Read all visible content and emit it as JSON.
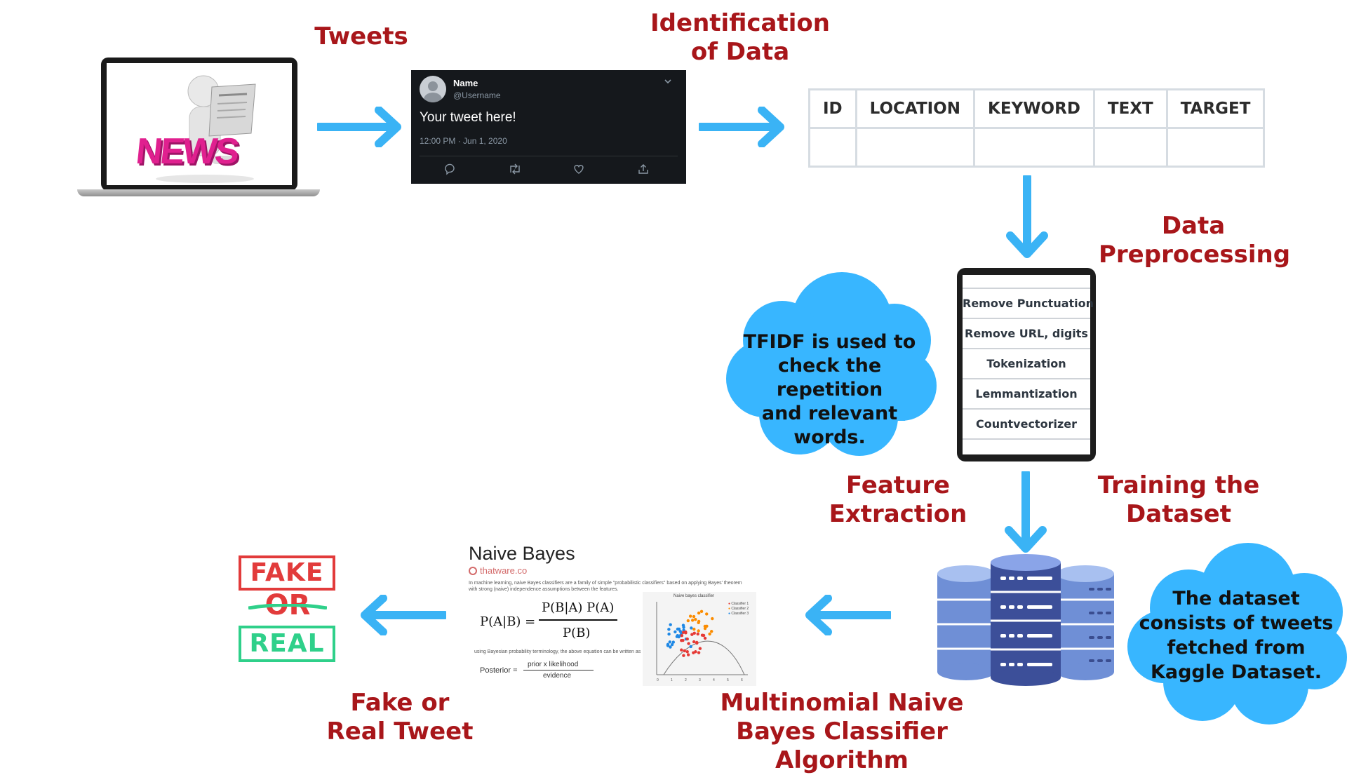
{
  "labels": {
    "tweets": "Tweets",
    "identification_line1": "Identification",
    "identification_line2": "of Data",
    "preprocessing_line1": "Data",
    "preprocessing_line2": "Preprocessing",
    "feature_line1": "Feature",
    "feature_line2": "Extraction",
    "training_line1": "Training the",
    "training_line2": "Dataset",
    "algorithm_line1": "Multinomial Naive",
    "algorithm_line2": "Bayes Classifier Algorithm",
    "result_line1": "Fake or",
    "result_line2": "Real Tweet"
  },
  "laptop": {
    "news_text": "NEWS"
  },
  "tweet": {
    "name": "Name",
    "username": "@Username",
    "body": "Your tweet here!",
    "time": "12:00 PM · Jun 1, 2020"
  },
  "table": {
    "headers": [
      "ID",
      "LOCATION",
      "KEYWORD",
      "TEXT",
      "TARGET"
    ]
  },
  "preprocessing_steps": [
    "Remove Punctuation",
    "Remove URL, digits",
    "Tokenization",
    "Lemmantization",
    "Countvectorizer"
  ],
  "clouds": {
    "tfidf": [
      "TFIDF is used to",
      "check the repetition",
      "and relevant words."
    ],
    "dataset": [
      "The dataset",
      "consists of tweets",
      "fetched from",
      "Kaggle Dataset."
    ]
  },
  "naive_bayes": {
    "title": "Naive Bayes",
    "source": "thatware.co",
    "intro_line1": "In machine learning, naive Bayes classifiers are a family of simple \"probabilistic classifiers\" based on applying Bayes' theorem",
    "intro_line2": "with strong (naive) independence assumptions between the features.",
    "formula_lhs": "P(A|B) =",
    "formula_num": "P(B|A) P(A)",
    "formula_den": "P(B)",
    "terminology": "using Bayesian probability terminology, the above equation can be written as",
    "posterior_lhs": "Posterior =",
    "posterior_num": "prior x likelihood",
    "posterior_den": "evidence",
    "plot_title": "Naive bayes classifier",
    "plot_legend": [
      "Classifier 1",
      "Classifier 2",
      "Classifier 3"
    ],
    "plot_ticks": [
      "0",
      "1",
      "2",
      "3",
      "4",
      "5",
      "6"
    ]
  },
  "result": {
    "fake": "FAKE",
    "or": "OR",
    "real": "REAL"
  },
  "colors": {
    "label_red": "#a8161a",
    "arrow_blue": "#3ab3f5",
    "cloud_blue": "#38b6ff",
    "fake_red": "#e23b3b",
    "real_green": "#2fd08a"
  }
}
